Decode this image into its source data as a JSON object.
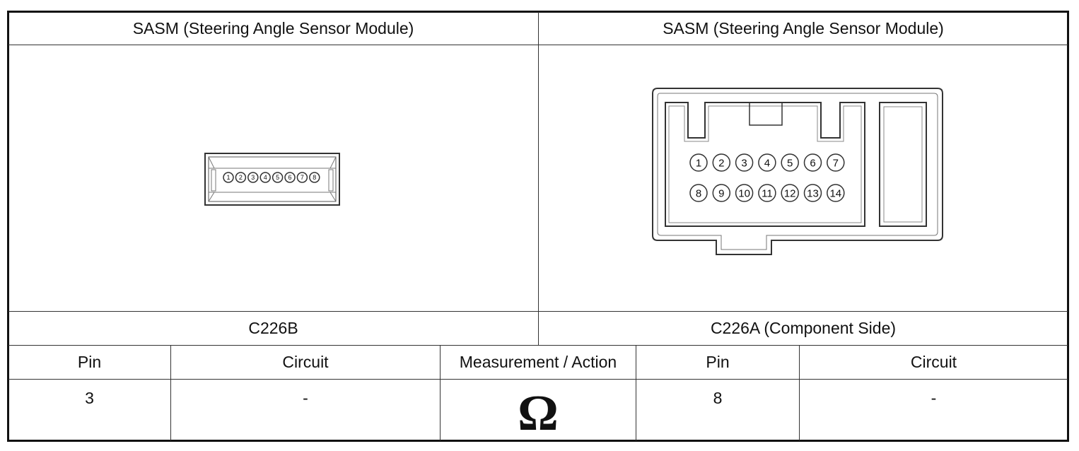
{
  "left_header": "SASM (Steering Angle Sensor Module)",
  "right_header": "SASM (Steering Angle Sensor Module)",
  "left_connector": {
    "name": "C226B",
    "pins": [
      "1",
      "2",
      "3",
      "4",
      "5",
      "6",
      "7",
      "8"
    ]
  },
  "right_connector": {
    "name": "C226A (Component Side)",
    "pins_row1": [
      "1",
      "2",
      "3",
      "4",
      "5",
      "6",
      "7"
    ],
    "pins_row2": [
      "8",
      "9",
      "10",
      "11",
      "12",
      "13",
      "14"
    ]
  },
  "table": {
    "headers": [
      "Pin",
      "Circuit",
      "Measurement / Action",
      "Pin",
      "Circuit"
    ],
    "row": {
      "pin_a": "3",
      "circuit_a": "-",
      "action_symbol": "Ω",
      "pin_b": "8",
      "circuit_b": "-"
    }
  }
}
